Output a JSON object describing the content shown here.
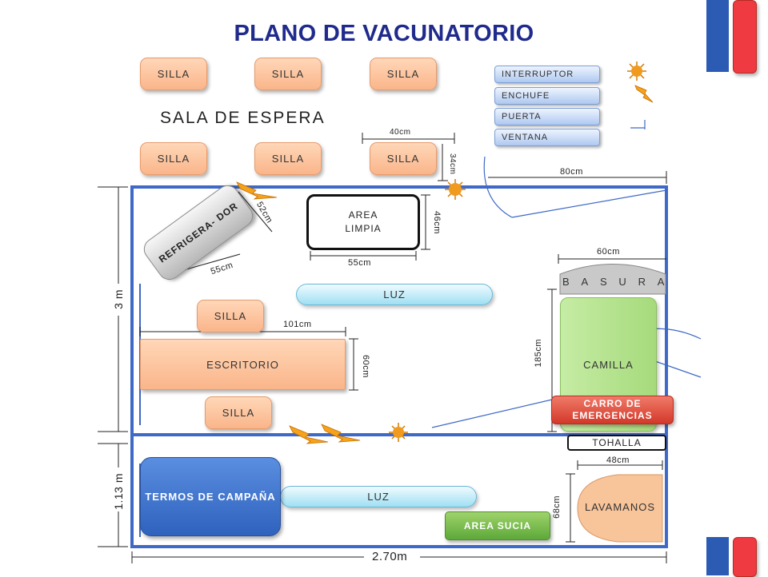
{
  "title": "PLANO DE VACUNATORIO",
  "room_label": "SALA DE ESPERA",
  "chairs": [
    "SILLA",
    "SILLA",
    "SILLA",
    "SILLA",
    "SILLA",
    "SILLA",
    "SILLA",
    "SILLA"
  ],
  "legend": [
    "INTERRUPTOR",
    "ENCHUFE",
    "PUERTA",
    "VENTANA"
  ],
  "furniture": {
    "refrigerador": "REFRIGERA- DOR",
    "area_limpia": "AREA LIMPIA",
    "luz": [
      "LUZ",
      "LUZ"
    ],
    "escritorio": "ESCRITORIO",
    "basura": [
      "B",
      "A",
      "S",
      "U",
      "R",
      "A"
    ],
    "camilla": "CAMILLA",
    "carro": "CARRO DE EMERGENCIAS",
    "tohalla": "TOHALLA",
    "termos": "TERMOS DE CAMPAÑA",
    "lavamanos": "LAVAMANOS",
    "area_sucia": "AREA SUCIA"
  },
  "dimensions": {
    "d40": "40cm",
    "d34": "34cm",
    "d80": "80cm",
    "d52": "52cm",
    "d55a": "55cm",
    "d46": "46cm",
    "d55b": "55cm",
    "d60w": "60cm",
    "d101": "101cm",
    "d60h": "60cm",
    "d185": "185cm",
    "d48": "48cm",
    "d68": "68cm",
    "d3m": "3 m",
    "d113": "1.13 m",
    "d270": "2.70m"
  },
  "colors": {
    "wall": "#3e69c6",
    "flag_blue": "#2b5bb3",
    "flag_red": "#ee3a40"
  }
}
